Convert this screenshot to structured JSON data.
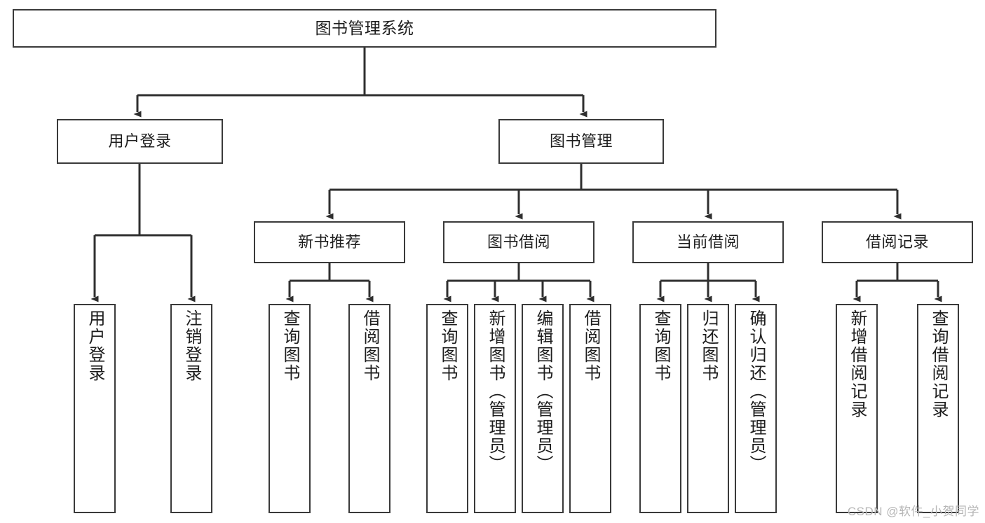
{
  "diagram": {
    "title": "图书管理系统",
    "type": "tree-hierarchy-diagram",
    "colors": {
      "box_border": "#3a3a3a",
      "box_fill": "#ffffff",
      "edge": "#2f2f2f",
      "text": "#1d1d1d",
      "watermark": "#b6b6b6",
      "background": "#ffffff"
    },
    "root": {
      "label": "图书管理系统"
    },
    "level2": [
      {
        "label": "用户登录"
      },
      {
        "label": "图书管理"
      }
    ],
    "level3": [
      {
        "label": "新书推荐"
      },
      {
        "label": "图书借阅"
      },
      {
        "label": "当前借阅"
      },
      {
        "label": "借阅记录"
      }
    ],
    "leaves": {
      "user_login": [
        {
          "label": "用户登录"
        },
        {
          "label": "注销登录"
        }
      ],
      "new_book_recommend": [
        {
          "label": "查询图书"
        },
        {
          "label": "借阅图书"
        }
      ],
      "book_borrow": [
        {
          "label": "查询图书"
        },
        {
          "label": "新增图书（管理员）"
        },
        {
          "label": "编辑图书（管理员）"
        },
        {
          "label": "借阅图书"
        }
      ],
      "current_borrow": [
        {
          "label": "查询图书"
        },
        {
          "label": "归还图书"
        },
        {
          "label": "确认归还（管理员）"
        }
      ],
      "borrow_record": [
        {
          "label": "新增借阅记录"
        },
        {
          "label": "查询借阅记录"
        }
      ]
    }
  },
  "watermark": {
    "text": "CSDN @软件_小贺同学"
  }
}
